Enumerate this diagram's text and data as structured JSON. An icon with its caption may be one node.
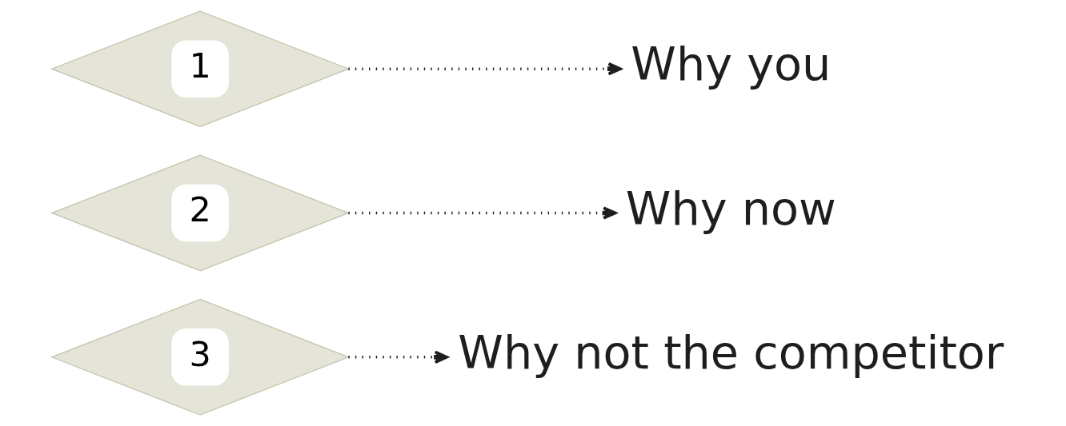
{
  "diagram": {
    "nodes": [
      {
        "text": [
          "1"
        ]
      },
      {
        "text": [
          "2"
        ]
      },
      {
        "text": [
          "3"
        ]
      },
      {
        "text": [
          "Why you"
        ]
      },
      {
        "text": [
          "Why now"
        ]
      },
      {
        "text": [
          "Why not the competitor"
        ]
      }
    ],
    "edges": [
      {
        "from": 0,
        "to": 3,
        "arrow": "to",
        "style": "dashed"
      },
      {
        "from": 1,
        "to": 4,
        "arrow": "to",
        "style": "dashed"
      },
      {
        "from": 2,
        "to": 5,
        "arrow": "to",
        "style": "dashed"
      }
    ]
  }
}
